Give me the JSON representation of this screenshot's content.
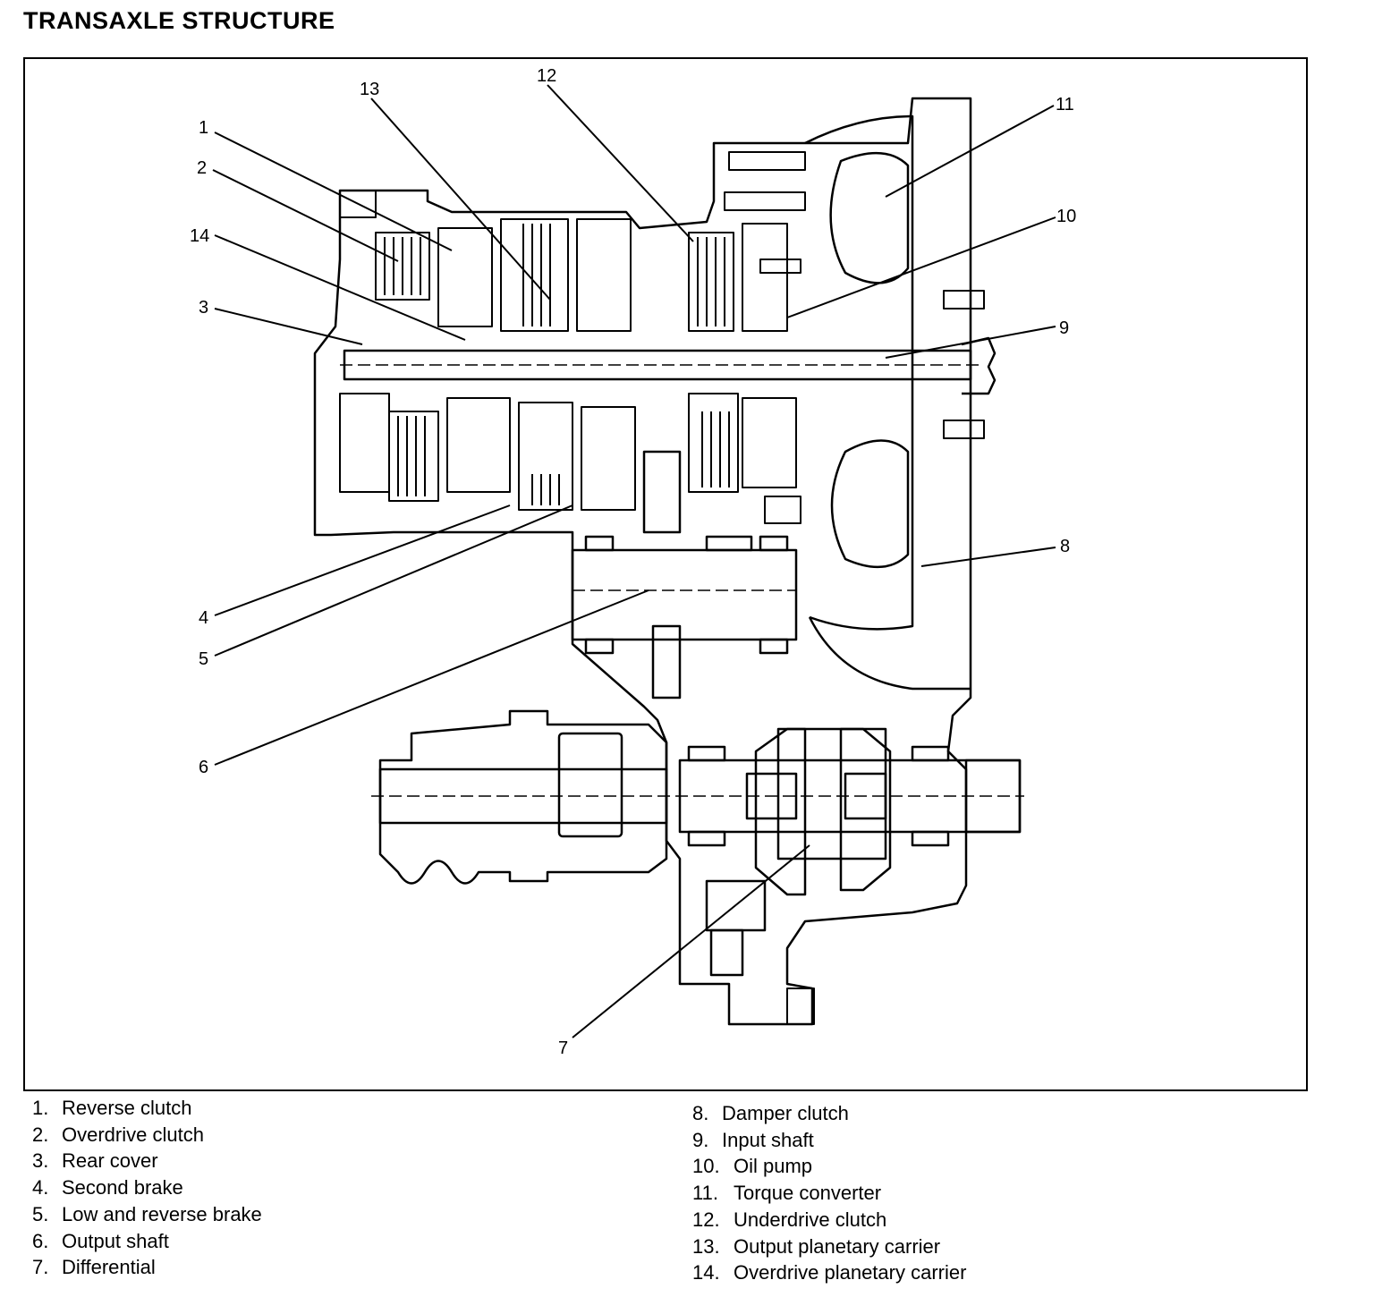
{
  "title": "TRANSAXLE STRUCTURE",
  "callouts": [
    {
      "id": "1",
      "label": "1"
    },
    {
      "id": "2",
      "label": "2"
    },
    {
      "id": "3",
      "label": "3"
    },
    {
      "id": "4",
      "label": "4"
    },
    {
      "id": "5",
      "label": "5"
    },
    {
      "id": "6",
      "label": "6"
    },
    {
      "id": "7",
      "label": "7"
    },
    {
      "id": "8",
      "label": "8"
    },
    {
      "id": "9",
      "label": "9"
    },
    {
      "id": "10",
      "label": "10"
    },
    {
      "id": "11",
      "label": "11"
    },
    {
      "id": "12",
      "label": "12"
    },
    {
      "id": "13",
      "label": "13"
    },
    {
      "id": "14",
      "label": "14"
    }
  ],
  "legend": [
    {
      "num": "1.",
      "text": "Reverse clutch"
    },
    {
      "num": "2.",
      "text": "Overdrive clutch"
    },
    {
      "num": "3.",
      "text": "Rear cover"
    },
    {
      "num": "4.",
      "text": "Second brake"
    },
    {
      "num": "5.",
      "text": "Low and reverse brake"
    },
    {
      "num": "6.",
      "text": "Output shaft"
    },
    {
      "num": "7.",
      "text": "Differential"
    },
    {
      "num": "8.",
      "text": "Damper clutch"
    },
    {
      "num": "9.",
      "text": "Input shaft"
    },
    {
      "num": "10.",
      "text": "Oil pump"
    },
    {
      "num": "11.",
      "text": "Torque converter"
    },
    {
      "num": "12.",
      "text": "Underdrive clutch"
    },
    {
      "num": "13.",
      "text": "Output planetary carrier"
    },
    {
      "num": "14.",
      "text": "Overdrive planetary carrier"
    }
  ]
}
